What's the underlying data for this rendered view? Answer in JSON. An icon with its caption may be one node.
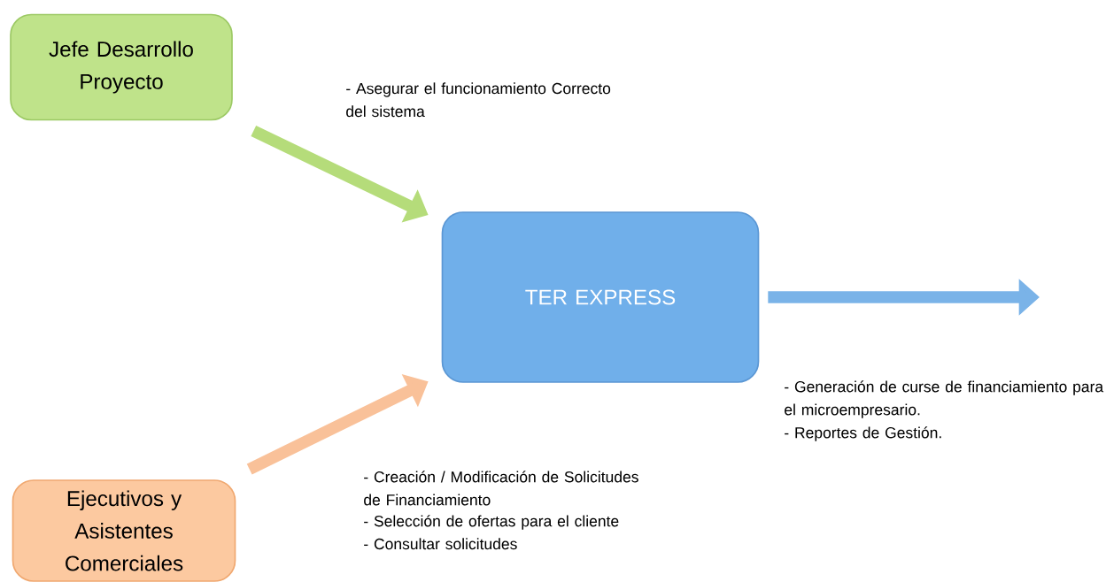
{
  "diagram": {
    "nodes": [
      {
        "text": [
          "Jefe Desarrollo Proyecto"
        ]
      },
      {
        "text": [
          "TER EXPRESS"
        ]
      },
      {
        "text": [
          "Ejecutivos y Asistentes Comerciales"
        ]
      }
    ],
    "edges": [
      {
        "from": 0,
        "to": 1,
        "arrow": "to",
        "color": "#b5dc7a"
      },
      {
        "from": 2,
        "to": 1,
        "arrow": "to",
        "color": "#f9c199"
      },
      {
        "from": 1,
        "to": null,
        "arrow": "to",
        "color": "#7ab3e8"
      }
    ],
    "labels": [
      "- Asegurar el funcionamiento Correcto del sistema",
      "- Creación / Modificación de Solicitudes de Financiamiento",
      "- Selección de ofertas para el cliente",
      "- Consultar solicitudes",
      "- Generación de curse de financiamiento para el microempresario.",
      "- Reportes de Gestión."
    ]
  }
}
